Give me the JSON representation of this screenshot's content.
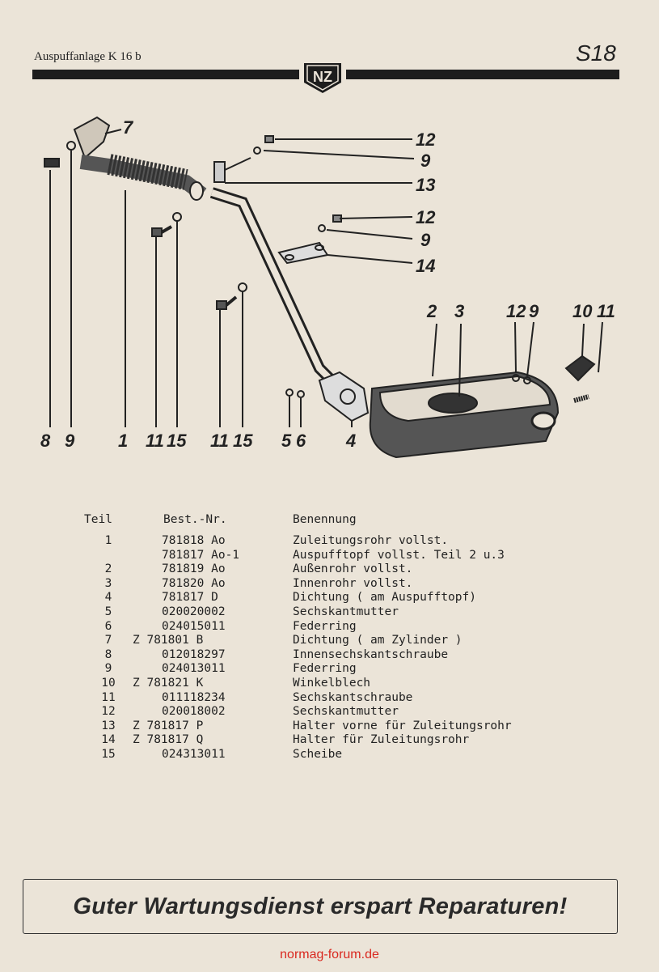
{
  "header": {
    "title": "Auspuffanlage K 16 b",
    "page": "S18",
    "logo": "NZ"
  },
  "diagram": {
    "callouts_top": [
      "7",
      "12",
      "9",
      "13",
      "12",
      "9",
      "14",
      "2",
      "3",
      "12",
      "9",
      "10",
      "11"
    ],
    "callouts_bottom": [
      "8",
      "9",
      "1",
      "11",
      "15",
      "11",
      "15",
      "5",
      "6",
      "4"
    ]
  },
  "parts_table": {
    "headers": [
      "Teil",
      "Best.-Nr.",
      "Benennung"
    ],
    "rows": [
      [
        "1",
        "781818 Ao",
        "Zuleitungsrohr vollst."
      ],
      [
        "",
        "781817 Ao-1",
        "Auspufftopf vollst. Teil 2 u.3"
      ],
      [
        "2",
        "781819 Ao",
        "Außenrohr vollst."
      ],
      [
        "3",
        "781820 Ao",
        "Innenrohr vollst."
      ],
      [
        "4",
        "781817 D",
        "Dichtung ( am Auspufftopf)"
      ],
      [
        "5",
        "020020002",
        "Sechskantmutter"
      ],
      [
        "6",
        "024015011",
        "Federring"
      ],
      [
        "7",
        "Z 781801 B",
        "Dichtung ( am Zylinder )"
      ],
      [
        "8",
        "012018297",
        "Innensechskantschraube"
      ],
      [
        "9",
        "024013011",
        "Federring"
      ],
      [
        "10",
        "Z 781821 K",
        "Winkelblech"
      ],
      [
        "11",
        "011118234",
        "Sechskantschraube"
      ],
      [
        "12",
        "020018002",
        "Sechskantmutter"
      ],
      [
        "13",
        "Z 781817 P",
        "Halter vorne für Zuleitungsrohr"
      ],
      [
        "14",
        "Z 781817 Q",
        "Halter für Zuleitungsrohr"
      ],
      [
        "15",
        "024313011",
        "Scheibe"
      ]
    ]
  },
  "footer": {
    "slogan": "Guter Wartungsdienst erspart Reparaturen!",
    "watermark": "normag-forum.de"
  },
  "colors": {
    "paper": "#ebe4d8",
    "ink": "#222222",
    "watermark": "#d9281f"
  }
}
